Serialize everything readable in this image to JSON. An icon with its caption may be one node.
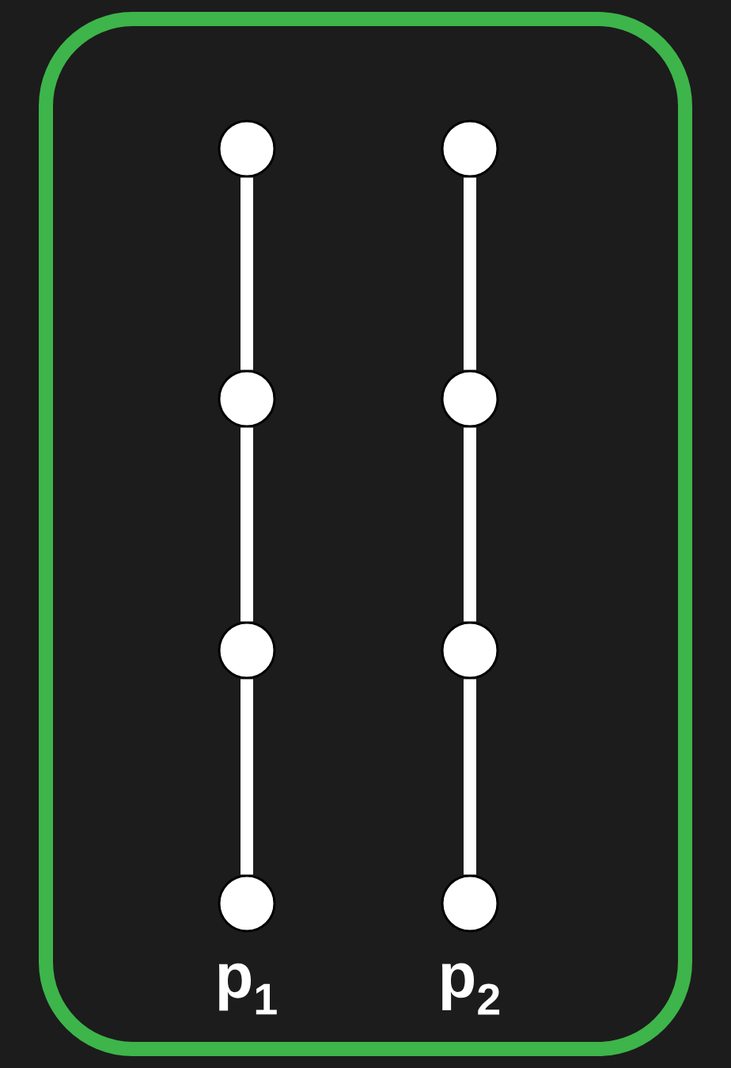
{
  "diagram": {
    "nodes": [
      {
        "text": [],
        "shape": "circle"
      },
      {
        "text": [],
        "shape": "circle"
      },
      {
        "text": [],
        "shape": "circle"
      },
      {
        "text": [],
        "shape": "circle"
      },
      {
        "text": [],
        "shape": "circle"
      },
      {
        "text": [],
        "shape": "circle"
      },
      {
        "text": [],
        "shape": "circle"
      },
      {
        "text": [],
        "shape": "circle"
      }
    ],
    "edges": [
      {
        "from": 0,
        "to": 1,
        "arrow": "none"
      },
      {
        "from": 1,
        "to": 2,
        "arrow": "none"
      },
      {
        "from": 2,
        "to": 3,
        "arrow": "none"
      },
      {
        "from": 4,
        "to": 5,
        "arrow": "none"
      },
      {
        "from": 5,
        "to": 6,
        "arrow": "none"
      },
      {
        "from": 6,
        "to": 7,
        "arrow": "none"
      }
    ],
    "labels": [
      "p$_{1}$",
      "p$_{2}$"
    ]
  }
}
